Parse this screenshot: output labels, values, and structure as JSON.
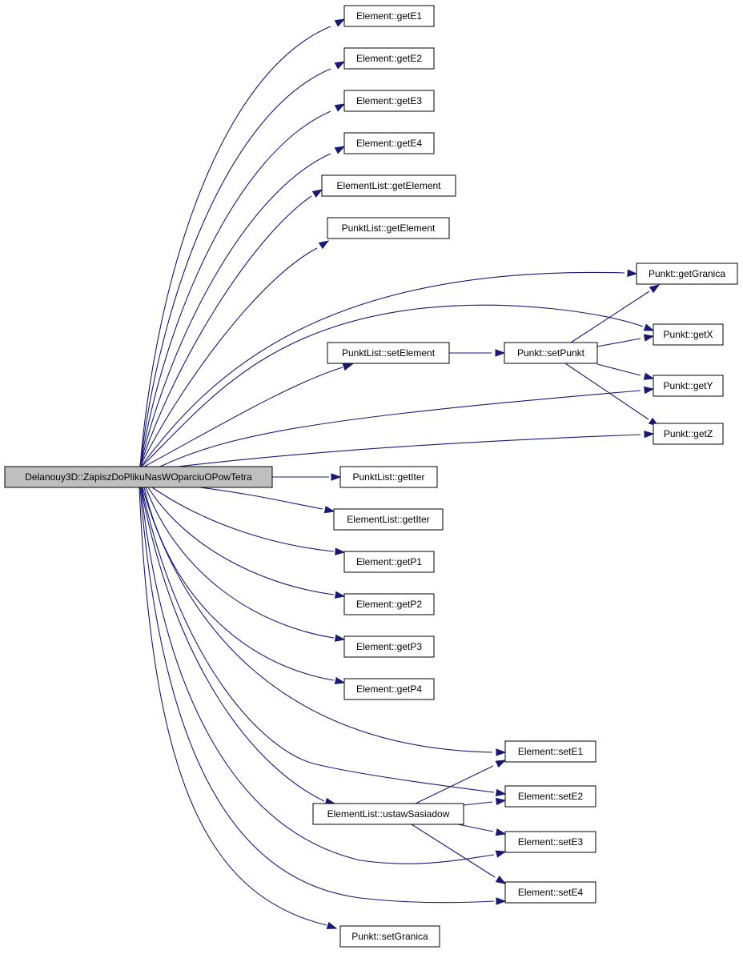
{
  "colors": {
    "edge": "#191970",
    "root_fill": "#bfbfbf",
    "node_fill": "#ffffff",
    "node_stroke": "#000000"
  },
  "nodes": {
    "root": "Delanouy3D::ZapiszDoPlikuNasWOparciuOPowTetra",
    "getE1": "Element::getE1",
    "getE2": "Element::getE2",
    "getE3": "Element::getE3",
    "getE4": "Element::getE4",
    "elGetElement": "ElementList::getElement",
    "pkGetElement": "PunktList::getElement",
    "getGranica": "Punkt::getGranica",
    "getX": "Punkt::getX",
    "setElement": "PunktList::setElement",
    "setPunkt": "Punkt::setPunkt",
    "getY": "Punkt::getY",
    "getZ": "Punkt::getZ",
    "pkGetIter": "PunktList::getIter",
    "elGetIter": "ElementList::getIter",
    "getP1": "Element::getP1",
    "getP2": "Element::getP2",
    "getP3": "Element::getP3",
    "getP4": "Element::getP4",
    "setE1": "Element::setE1",
    "setE2": "Element::setE2",
    "ustawSasiadow": "ElementList::ustawSasiadow",
    "setE3": "Element::setE3",
    "setE4": "Element::setE4",
    "setGranica": "Punkt::setGranica"
  }
}
